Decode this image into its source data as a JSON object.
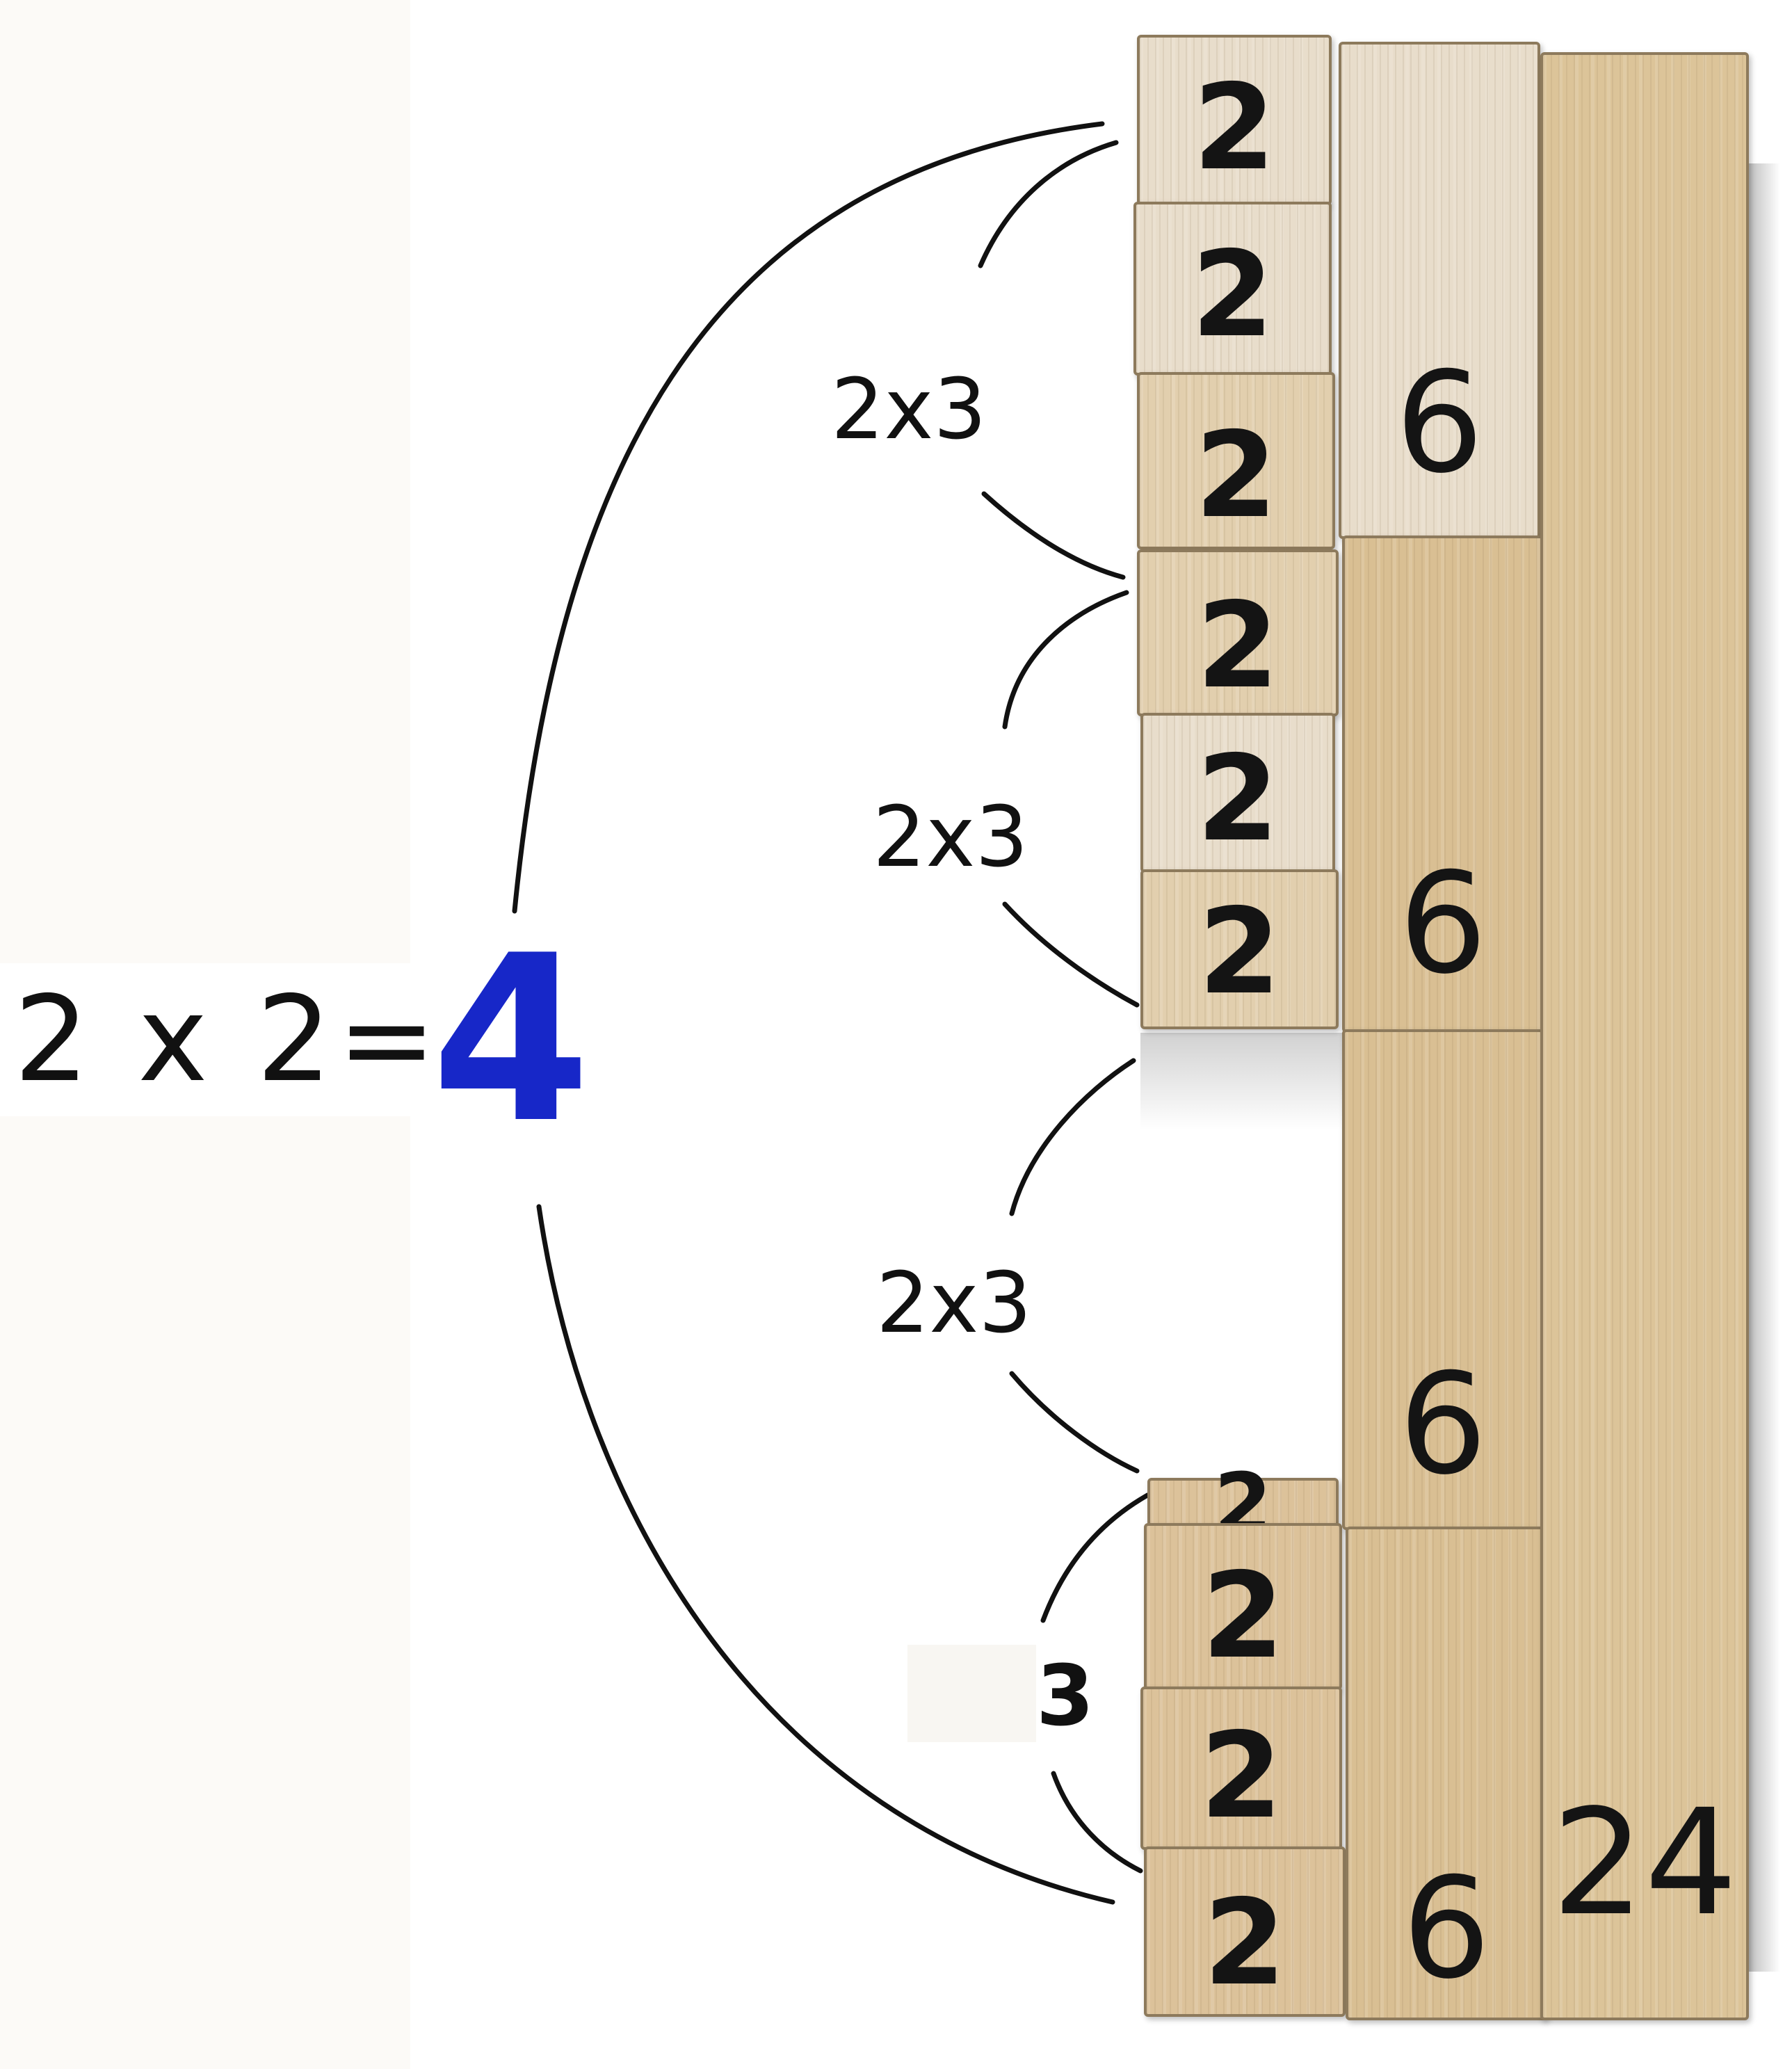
{
  "equation": {
    "expression": "2 x 2=",
    "result": "4",
    "result_color": "#1727c8"
  },
  "pair_labels": [
    "2x3",
    "2x3",
    "2x3"
  ],
  "side_label": "3",
  "blocks": {
    "twos": [
      "2",
      "2",
      "2",
      "2",
      "2",
      "2",
      "2",
      "2",
      "2",
      "2"
    ],
    "sixes": [
      "6",
      "6",
      "6",
      "6"
    ],
    "total": "24"
  },
  "colors": {
    "ink": "#111111",
    "result": "#1727c8",
    "wood_light": "#e8ddcb",
    "wood_mid": "#dcc29a",
    "background": "#ffffff"
  }
}
